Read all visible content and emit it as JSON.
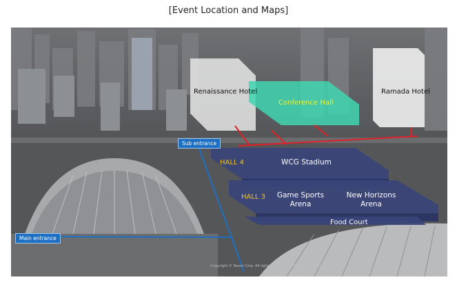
{
  "page": {
    "title": "[Event Location and Maps]"
  },
  "map": {
    "hotels": {
      "left": "Renaissance Hotel",
      "center": "Conference Hall",
      "right": "Ramada Hotel"
    },
    "halls": [
      {
        "id": "HALL 4",
        "venues": [
          "WCG Stadium"
        ]
      },
      {
        "id": "HALL 3",
        "venues": [
          "Game Sports Arena",
          "New Horizons Arena"
        ]
      }
    ],
    "food_court": "Food Court",
    "entrances": {
      "sub": "Sub entrance",
      "main": "Main entrance"
    },
    "credit": "Copyright © Naver Corp. All rights reserved by © Naver © 2019"
  },
  "colors": {
    "hall_fill": "#3a4478",
    "conference_fill": "#3fd6b0",
    "route_red": "#e0212a",
    "route_blue": "#1d6fc4",
    "hall_label": "#f5c518"
  }
}
